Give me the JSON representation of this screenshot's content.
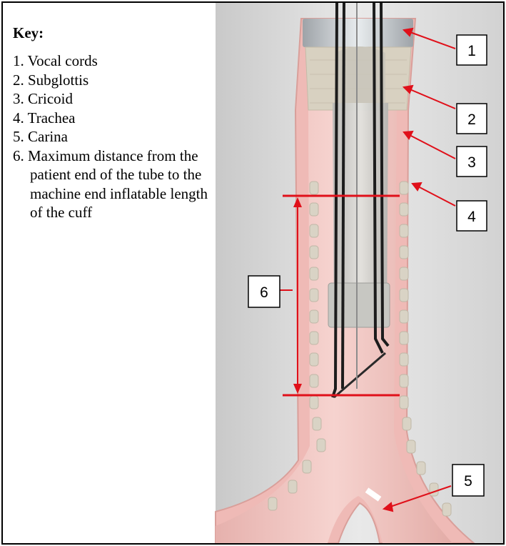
{
  "key": {
    "title": "Key:",
    "items": [
      "1. Vocal cords",
      "2. Subglottis",
      "3. Cricoid",
      "4. Trachea",
      "5. Carina",
      "6. Maximum distance from the patient end of the tube to the machine end inflatable length of the cuff"
    ]
  },
  "callouts": [
    "1",
    "2",
    "3",
    "4",
    "5",
    "6"
  ],
  "colors": {
    "annotation": "#e0101a",
    "tissue": "#efb9b5",
    "cartilage": "#d9d3c5",
    "tube_wall": "#1c1c1c",
    "background": "#dcdcdc"
  }
}
